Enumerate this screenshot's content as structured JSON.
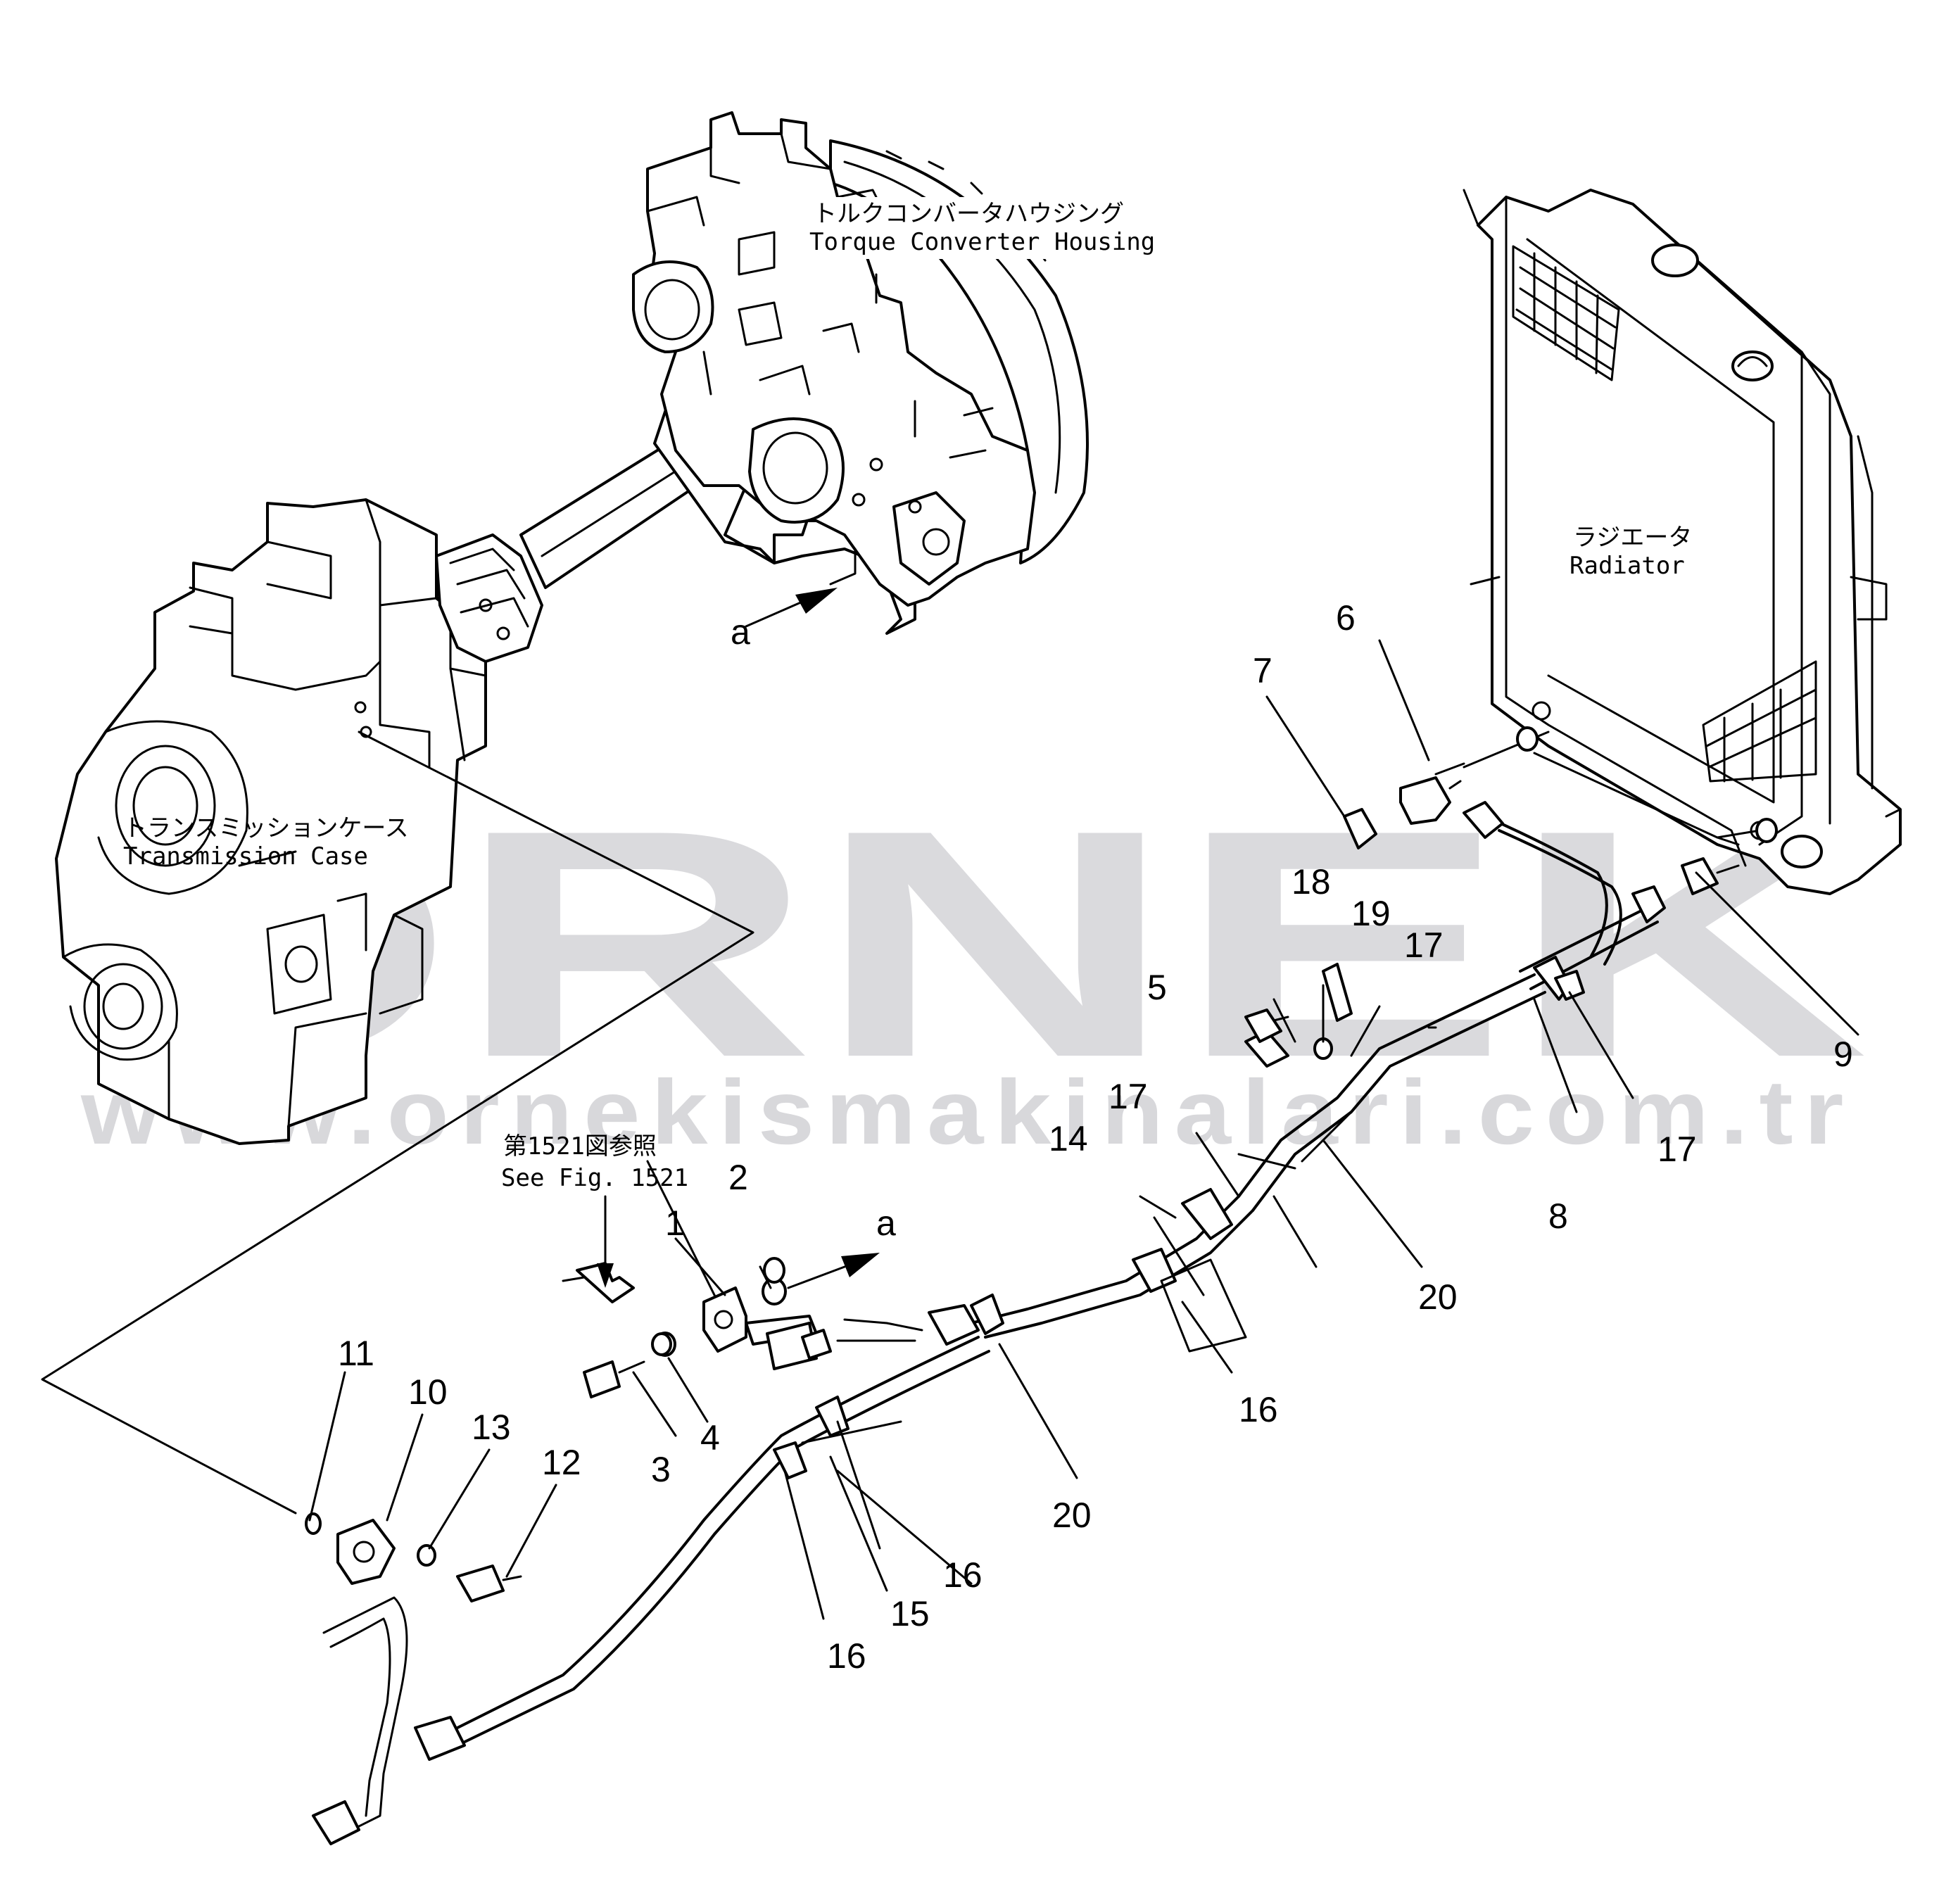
{
  "labels": {
    "torque_converter_jp": "トルクコンバータハウジング",
    "torque_converter_en": "Torque Converter Housing",
    "transmission_jp": "トランスミッションケース",
    "transmission_en": "Transmission Case",
    "radiator_jp": "ラジエータ",
    "radiator_en": "Radiator",
    "see_fig_jp": "第1521図参照",
    "see_fig_en": "See Fig. 1521",
    "view_a": "a"
  },
  "watermark": {
    "brand": "ORNEK",
    "url": "www.ornekismakinalari.com.tr",
    "color": "#d4d4d8",
    "accent": "#f3d27a"
  },
  "callouts": [
    "1",
    "2",
    "3",
    "4",
    "5",
    "6",
    "7",
    "8",
    "9",
    "10",
    "11",
    "12",
    "13",
    "14",
    "15",
    "16",
    "17",
    "18",
    "19",
    "20"
  ]
}
